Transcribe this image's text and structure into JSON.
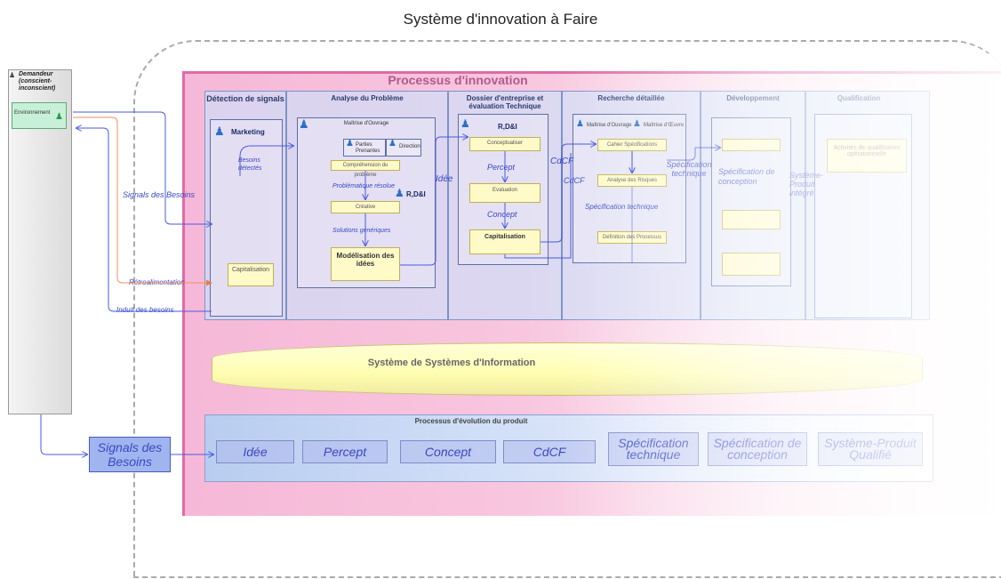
{
  "title": "Système d'innovation à Faire",
  "process": {
    "title": "Processus d'innovation",
    "lanes": [
      "Détection de signals",
      "Analyse du Problème",
      "Dossier d'entreprise et évaluation Technique",
      "Recherche détaillée",
      "Développement",
      "Qualification"
    ]
  },
  "detection": {
    "actor": "Marketing",
    "label": "Besoins détectés",
    "box": "Capitalisation"
  },
  "analyse": {
    "inner_title": "Maîtrise d'Ouvrage",
    "actor1": "Parties Prenantes",
    "actor2": "Direction",
    "actor3": "R,D&I",
    "box1": "Compréhension du problème",
    "box2": "Créative",
    "box3": "Modélisation des idées",
    "lab1": "Problématique résolue",
    "lab2": "Solutions génériques"
  },
  "dossier": {
    "actor": "R,D&I",
    "box1": "Conceptualiser",
    "box2": "Evaluation",
    "box3": "Capitalisation",
    "lab1": "Percept",
    "lab2": "Concept"
  },
  "recherche": {
    "actor1": "Maîtrise d'Ouvrage",
    "actor2": "Maîtrise d'Œuvre",
    "box1": "Cahier Spécifications",
    "box2": "Analyse des Risques",
    "box3": "Définition des Processus",
    "lab": "Spécification technique"
  },
  "developpement": {
    "lab": "Spécification de conception"
  },
  "qualification": {
    "box": "Activités de qualification opérationnelle"
  },
  "arrow_labels": {
    "idee": "Idée",
    "cdcf1": "CdCF",
    "cdcf2": "CdCF",
    "spec_tech": "Spécification technique",
    "systeme_produit": "Système-Produit intégré",
    "signals": "Signals des Besoins",
    "retro": "Rétroalimentation",
    "indui": "Induit des besoins"
  },
  "demandeur": {
    "title": "Demandeur (conscient-inconscient)",
    "env": "Environnement"
  },
  "si": {
    "title": "Système de Systèmes d'Information"
  },
  "evolution": {
    "title": "Processus d'évolution du produit",
    "steps": [
      "Idée",
      "Percept",
      "Concept",
      "CdCF",
      "Spécification technique",
      "Spécification de conception",
      "Système-Produit Qualifié"
    ]
  },
  "signals_box": "Signals des Besoins",
  "colors": {
    "arrow": "#4a5ae0",
    "retro_arrow": "#f09060",
    "process_pink": "#f6b8d8",
    "lane_blue": "#cde1fa",
    "note_yellow": "#fffac8"
  }
}
